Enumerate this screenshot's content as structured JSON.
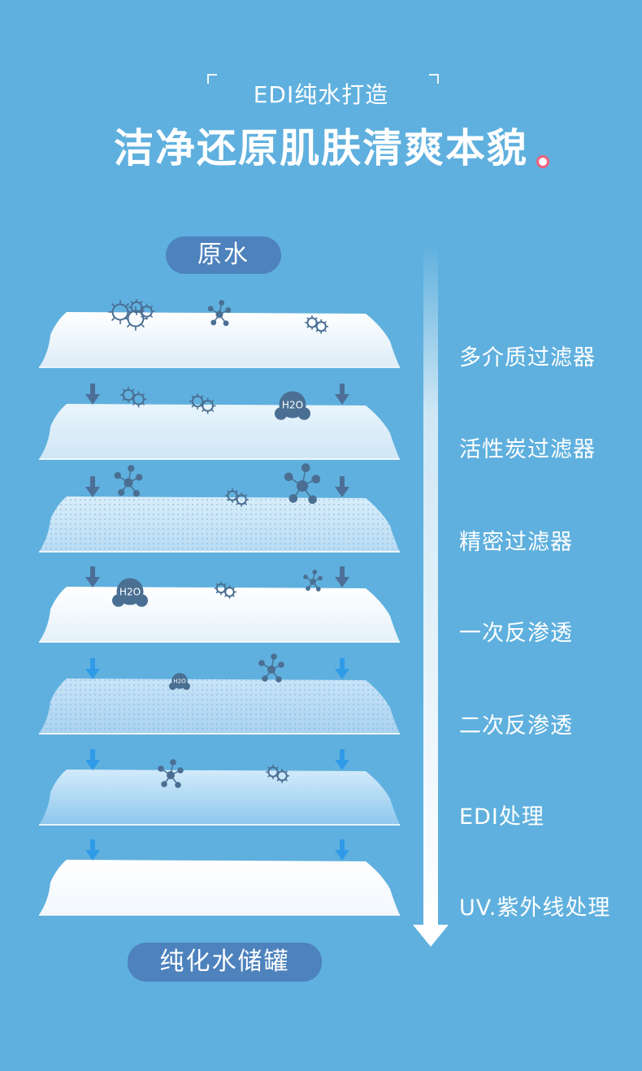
{
  "header": {
    "subtitle": "EDI纯水打造",
    "title": "洁净还原肌肤清爽本貌"
  },
  "start_label": "原水",
  "end_label": "纯化水储罐",
  "stages": [
    {
      "label": "多介质过滤器"
    },
    {
      "label": "活性炭过滤器"
    },
    {
      "label": "精密过滤器"
    },
    {
      "label": "一次反渗透"
    },
    {
      "label": "二次反渗透"
    },
    {
      "label": "EDI处理"
    },
    {
      "label": "UV.紫外线处理"
    }
  ],
  "molecule_label": "H2O",
  "colors": {
    "background": "#5fb0de",
    "pill": "#4d82bd",
    "accent_dot": "#f15f7b",
    "particle": "#4a6f93",
    "arrow_dark": "#4d6f97",
    "arrow_light": "#2f9be8"
  }
}
